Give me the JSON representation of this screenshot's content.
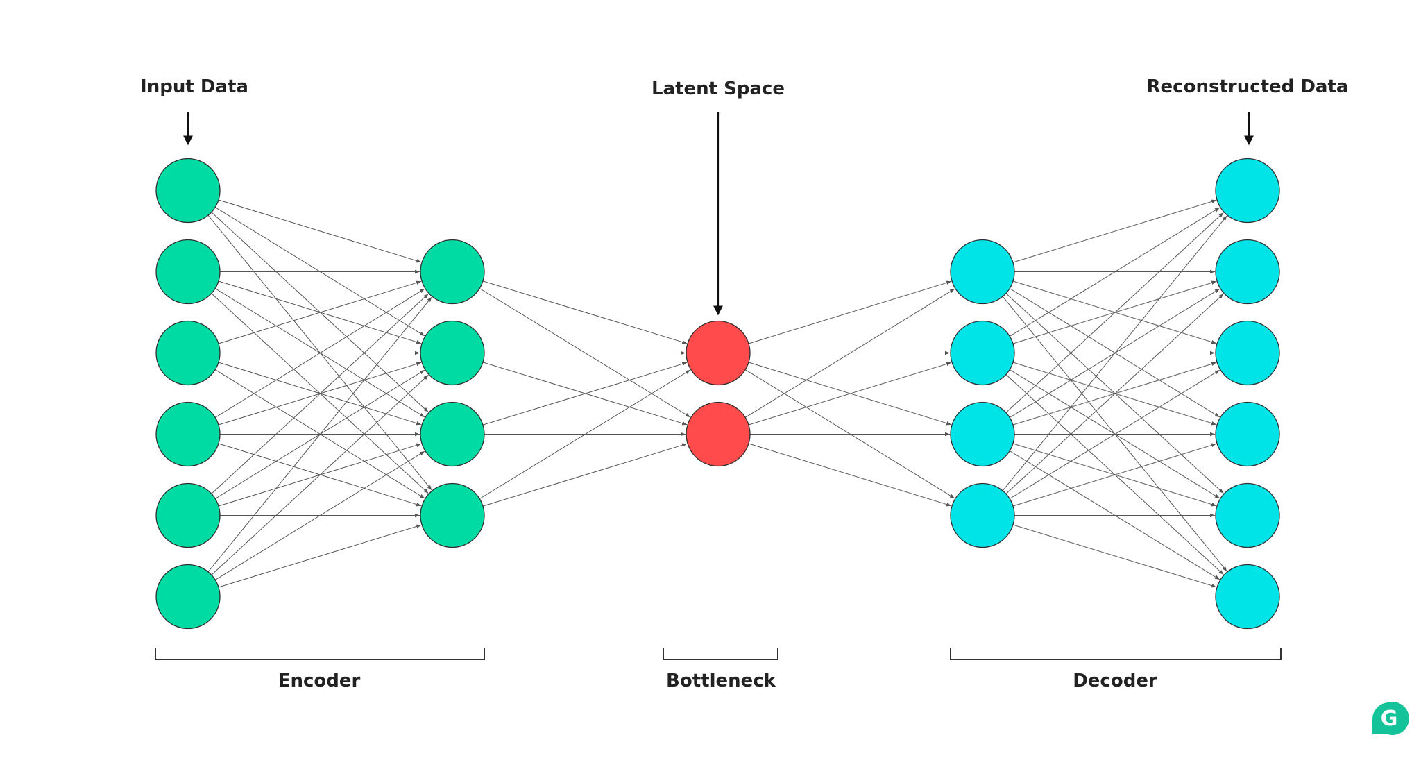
{
  "labels": {
    "input": "Input Data",
    "latent": "Latent Space",
    "output": "Reconstructed Data",
    "encoder": "Encoder",
    "bottleneck": "Bottleneck",
    "decoder": "Decoder"
  },
  "logo": {
    "letter": "G",
    "color": "#15C39A"
  },
  "colors": {
    "encoder_node": "#00DBA3",
    "bottleneck_node": "#FF4B4B",
    "decoder_node": "#00E4E8",
    "edge": "#555555"
  },
  "layers": [
    {
      "name": "input",
      "nodes": 6,
      "role": "encoder"
    },
    {
      "name": "encoder-hidden",
      "nodes": 4,
      "role": "encoder"
    },
    {
      "name": "bottleneck",
      "nodes": 2,
      "role": "bottleneck"
    },
    {
      "name": "decoder-hidden",
      "nodes": 4,
      "role": "decoder"
    },
    {
      "name": "output",
      "nodes": 6,
      "role": "decoder"
    }
  ],
  "connectivity": "fully-connected"
}
